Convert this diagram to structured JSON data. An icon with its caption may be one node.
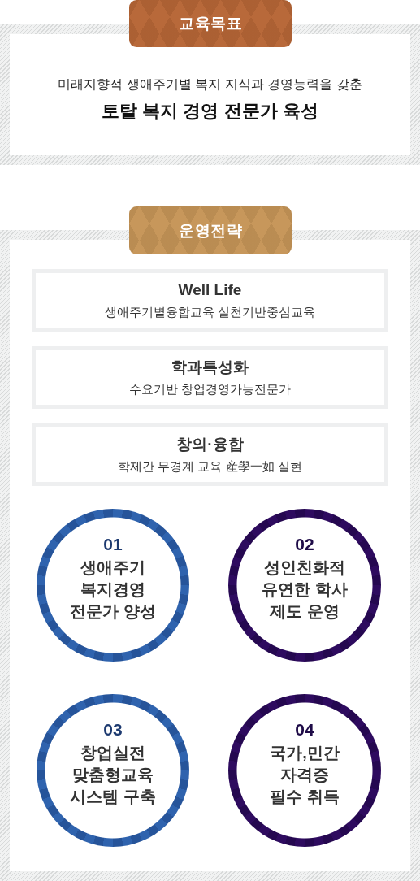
{
  "diagram": {
    "nodes": [
      {
        "text": [
          "교육목표"
        ]
      },
      {
        "text": [
          "미래지향적 생애주기별 복지 지식과 경영능력을 갖춘",
          "토탈 복지 경영 전문가 육성"
        ]
      },
      {
        "text": [
          "운영전략"
        ]
      },
      {
        "text": [],
        "shape": "box"
      },
      {
        "text": [
          "Well Life",
          "생애주기별융합교육 실천기반중심교육"
        ],
        "in": 3
      },
      {
        "text": [
          "학과특성화",
          "수요기반 창업경영가능전문가"
        ],
        "in": 3
      },
      {
        "text": [
          "창의·융합",
          "학제간 무경계 교육 産學一如 실현"
        ],
        "in": 3
      },
      {
        "text": [
          "01",
          "생애주기 복지경영 전문가 양성"
        ],
        "in": 3
      },
      {
        "text": [
          "02",
          "성인친화적 유연한 학사 제도 운영"
        ],
        "in": 3
      },
      {
        "text": [
          "03",
          "창업실전 맞춤형교육 시스템 구축"
        ],
        "in": 3
      },
      {
        "text": [
          "04",
          "국가,민간 자격증 필수 취득"
        ],
        "in": 3
      }
    ]
  }
}
